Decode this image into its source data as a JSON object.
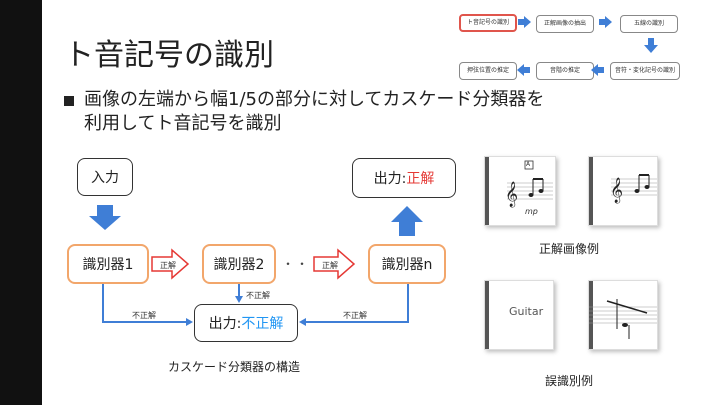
{
  "slide": {
    "title": "ト音記号の識別",
    "bullet_line1": "画像の左端から幅1/5の部分に対してカスケード分類器を",
    "bullet_line2": "利用してト音記号を識別"
  },
  "mini_flow": {
    "step1": "ト音記号の識別",
    "step2": "正解画像の抽出",
    "step3": "五線の識別",
    "step4": "音符・変化記号の識別",
    "step5": "音階の推定",
    "step6": "押弦位置の推定"
  },
  "diagram": {
    "input_label": "入力",
    "output_prefix": "出力:",
    "output_correct": "正解",
    "output_incorrect": "不正解",
    "classifier1": "識別器1",
    "classifier2": "識別器2",
    "classifier_n": "識別器n",
    "correct_label": "正解",
    "incorrect_label": "不正解",
    "dots": "・・・",
    "caption": "カスケード分類器の構造"
  },
  "examples": {
    "correct_caption": "正解画像例",
    "wrong_caption": "誤識別例",
    "guitar_text": "Guitar",
    "mp_text": "mp",
    "marker_text": "A"
  },
  "colors": {
    "sidebar": "#111111",
    "orange_border": "#f2a66b",
    "red": "#e53935",
    "blue": "#2196f3",
    "arrow_blue": "#3f7ed6"
  }
}
